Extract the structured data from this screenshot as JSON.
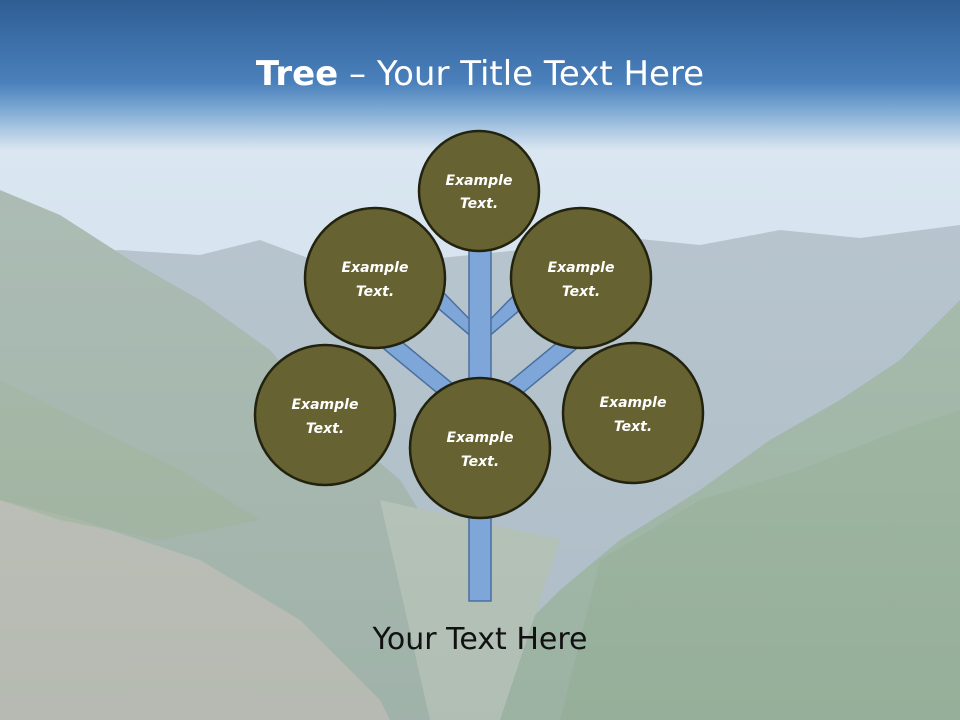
{
  "title": {
    "bold": "Tree",
    "rest": " – Your Title Text Here"
  },
  "nodes": [
    {
      "line1": "Example",
      "line2": "Text."
    },
    {
      "line1": "Example",
      "line2": "Text."
    },
    {
      "line1": "Example",
      "line2": "Text."
    },
    {
      "line1": "Example",
      "line2": "Text."
    },
    {
      "line1": "Example",
      "line2": "Text."
    },
    {
      "line1": "Example",
      "line2": "Text."
    }
  ],
  "footer": "Your Text Here",
  "colors": {
    "node_fill": "#676232",
    "node_stroke": "#22230f",
    "branch_fill": "#7fa6d8",
    "branch_stroke": "#4b6f9f",
    "title_bar": "#3f72ad"
  }
}
